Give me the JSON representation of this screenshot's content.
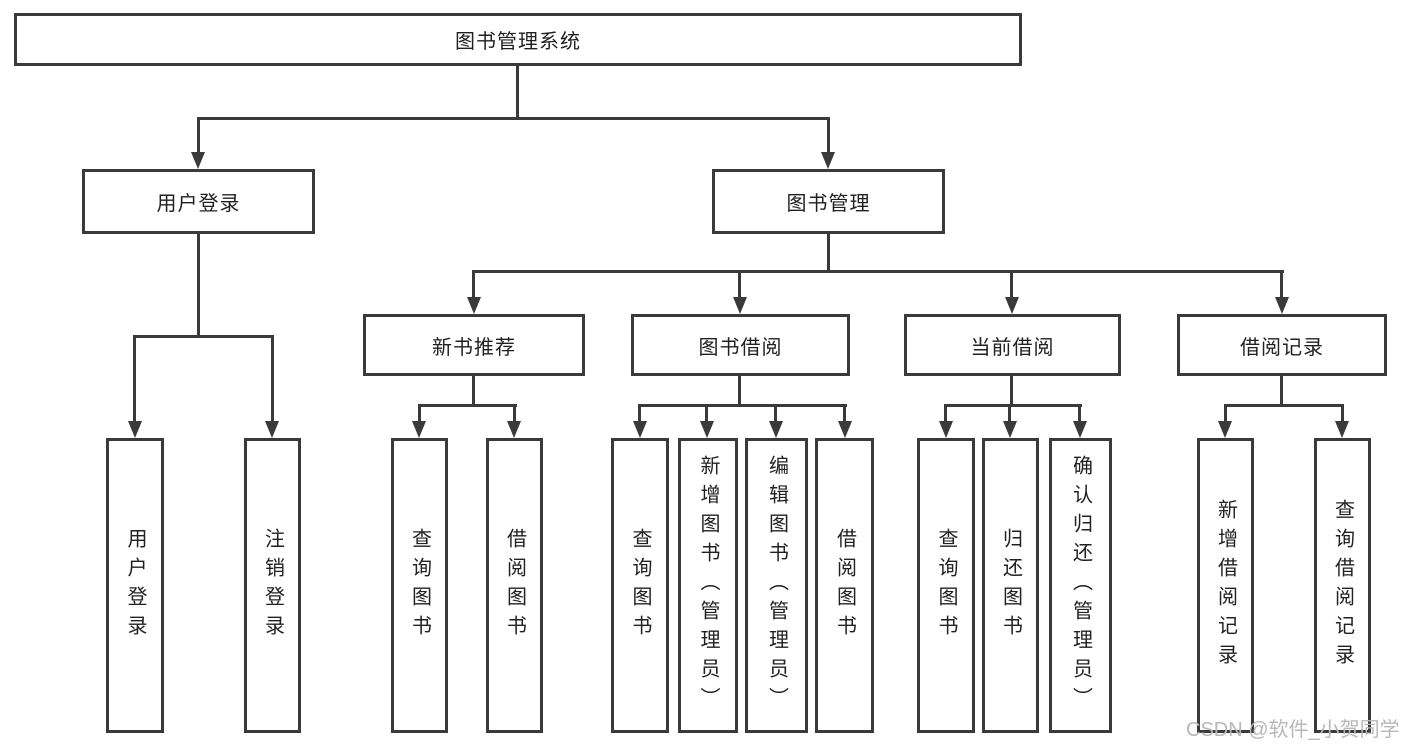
{
  "tree": {
    "label": "图书管理系统",
    "children": [
      {
        "label": "用户登录",
        "children": [
          {
            "label": "用户登录"
          },
          {
            "label": "注销登录"
          }
        ]
      },
      {
        "label": "图书管理",
        "children": [
          {
            "label": "新书推荐",
            "children": [
              {
                "label": "查询图书"
              },
              {
                "label": "借阅图书"
              }
            ]
          },
          {
            "label": "图书借阅",
            "children": [
              {
                "label": "查询图书"
              },
              {
                "label": "新增图书（管理员）"
              },
              {
                "label": "编辑图书（管理员）"
              },
              {
                "label": "借阅图书"
              }
            ]
          },
          {
            "label": "当前借阅",
            "children": [
              {
                "label": "查询图书"
              },
              {
                "label": "归还图书"
              },
              {
                "label": "确认归还（管理员）"
              }
            ]
          },
          {
            "label": "借阅记录",
            "children": [
              {
                "label": "新增借阅记录"
              },
              {
                "label": "查询借阅记录"
              }
            ]
          }
        ]
      }
    ]
  },
  "watermark": {
    "text": "CSDN @软件_小贺同学"
  },
  "colors": {
    "line": "#3a3a3a",
    "text": "#212121",
    "box_fill": "#ffffff",
    "background": "#ffffff",
    "watermark": "#b8b8b8"
  }
}
